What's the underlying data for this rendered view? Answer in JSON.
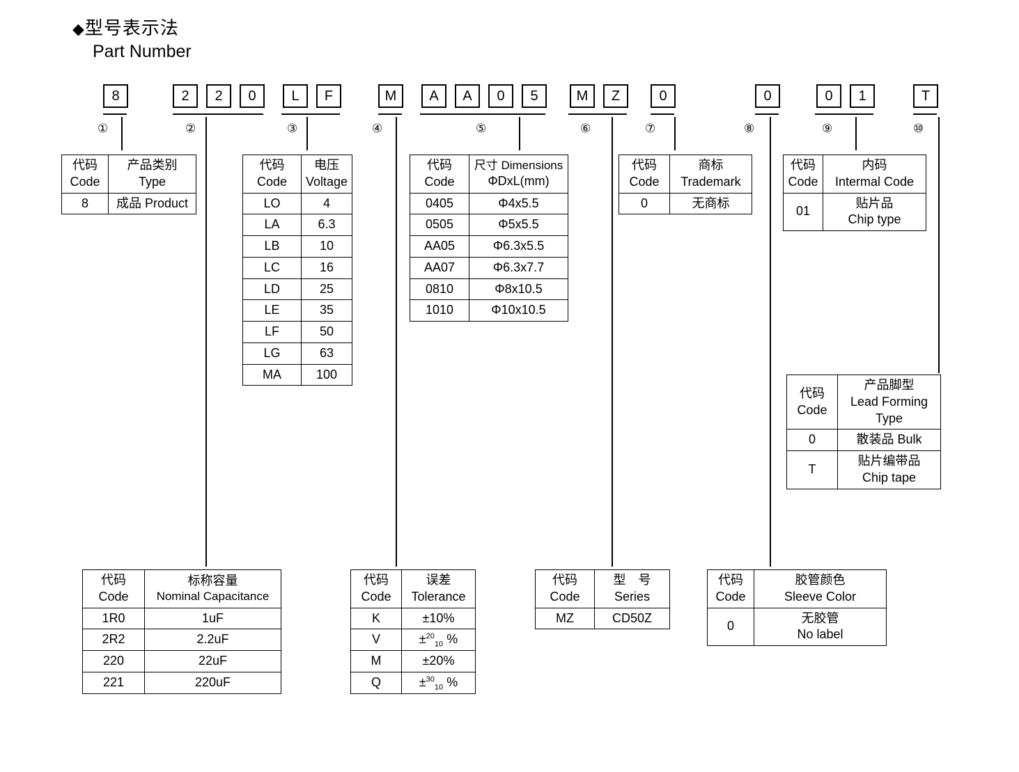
{
  "heading": {
    "diamond": "◆",
    "title_cn": "型号表示法",
    "title_en": "Part Number"
  },
  "part_number": {
    "groups": [
      {
        "marker": "①",
        "chars": [
          "8"
        ]
      },
      {
        "marker": "②",
        "chars": [
          "2",
          "2",
          "0"
        ]
      },
      {
        "marker": "③",
        "chars": [
          "L",
          "F"
        ]
      },
      {
        "marker": "④",
        "chars": [
          "M"
        ]
      },
      {
        "marker": "⑤",
        "chars": [
          "A",
          "A",
          "0",
          "5"
        ]
      },
      {
        "marker": "⑥",
        "chars": [
          "M",
          "Z"
        ]
      },
      {
        "marker": "⑦",
        "chars": [
          "0"
        ]
      },
      {
        "marker": "⑧",
        "chars": [
          "0"
        ]
      },
      {
        "marker": "⑨",
        "chars": [
          "0",
          "1"
        ]
      },
      {
        "marker": "⑩",
        "chars": [
          "T"
        ]
      }
    ]
  },
  "tables": {
    "type": {
      "header": {
        "code_cn": "代码",
        "code_en": "Code",
        "val_cn": "产品类别",
        "val_en": "Type"
      },
      "rows": [
        {
          "code": "8",
          "value": "成品 Product"
        }
      ]
    },
    "voltage": {
      "header": {
        "code_cn": "代码",
        "code_en": "Code",
        "val_cn": "电压",
        "val_en": "Voltage"
      },
      "rows": [
        {
          "code": "LO",
          "value": "4"
        },
        {
          "code": "LA",
          "value": "6.3"
        },
        {
          "code": "LB",
          "value": "10"
        },
        {
          "code": "LC",
          "value": "16"
        },
        {
          "code": "LD",
          "value": "25"
        },
        {
          "code": "LE",
          "value": "35"
        },
        {
          "code": "LF",
          "value": "50"
        },
        {
          "code": "LG",
          "value": "63"
        },
        {
          "code": "MA",
          "value": "100"
        }
      ]
    },
    "dimensions": {
      "header": {
        "code_cn": "代码",
        "code_en": "Code",
        "val_cn": "尺寸 Dimensions",
        "val_en": "ΦDxL(mm)"
      },
      "rows": [
        {
          "code": "0405",
          "value": "Φ4x5.5"
        },
        {
          "code": "0505",
          "value": "Φ5x5.5"
        },
        {
          "code": "AA05",
          "value": "Φ6.3x5.5"
        },
        {
          "code": "AA07",
          "value": "Φ6.3x7.7"
        },
        {
          "code": "0810",
          "value": "Φ8x10.5"
        },
        {
          "code": "1010",
          "value": "Φ10x10.5"
        }
      ]
    },
    "trademark": {
      "header": {
        "code_cn": "代码",
        "code_en": "Code",
        "val_cn": "商标",
        "val_en": "Trademark"
      },
      "rows": [
        {
          "code": "0",
          "value": "无商标"
        }
      ]
    },
    "internal_code": {
      "header": {
        "code_cn": "代码",
        "code_en": "Code",
        "val_cn": "内码",
        "val_en": "Intermal Code"
      },
      "rows": [
        {
          "code": "01",
          "value_cn": "贴片品",
          "value_en": "Chip type"
        }
      ]
    },
    "lead_forming": {
      "header": {
        "code_cn": "代码",
        "code_en": "Code",
        "val_cn": "产品脚型",
        "val_en1": "Lead Forming",
        "val_en2": "Type"
      },
      "rows": [
        {
          "code": "0",
          "value": "散装品 Bulk"
        },
        {
          "code": "T",
          "value_cn": "贴片编带品",
          "value_en": "Chip tape"
        }
      ]
    },
    "capacitance": {
      "header": {
        "code_cn": "代码",
        "code_en": "Code",
        "val_cn": "标称容量",
        "val_en": "Nominal Capacitance"
      },
      "rows": [
        {
          "code": "1R0",
          "value": "1uF"
        },
        {
          "code": "2R2",
          "value": "2.2uF"
        },
        {
          "code": "220",
          "value": "22uF"
        },
        {
          "code": "221",
          "value": "220uF"
        }
      ]
    },
    "tolerance": {
      "header": {
        "code_cn": "代码",
        "code_en": "Code",
        "val_cn": "误差",
        "val_en": "Tolerance"
      },
      "rows": [
        {
          "code": "K",
          "value": "±10%"
        },
        {
          "code": "V",
          "sign": "±",
          "sup": "20",
          "sub": "10",
          "unit": "%"
        },
        {
          "code": "M",
          "value": "±20%"
        },
        {
          "code": "Q",
          "sign": "±",
          "sup": "30",
          "sub": "10",
          "unit": "%"
        }
      ]
    },
    "series": {
      "header": {
        "code_cn": "代码",
        "code_en": "Code",
        "val_cn": "型　号",
        "val_en": "Series"
      },
      "rows": [
        {
          "code": "MZ",
          "value": "CD50Z"
        }
      ]
    },
    "sleeve_color": {
      "header": {
        "code_cn": "代码",
        "code_en": "Code",
        "val_cn": "胶管颜色",
        "val_en": "Sleeve Color"
      },
      "rows": [
        {
          "code": "0",
          "value_cn": "无胶管",
          "value_en": "No label"
        }
      ]
    }
  }
}
